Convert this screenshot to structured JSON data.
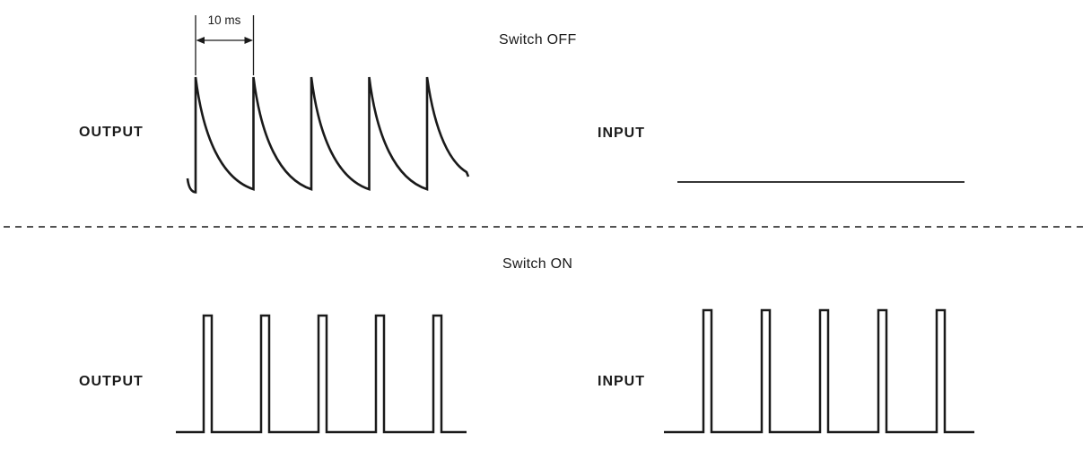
{
  "page": {
    "background": "#ffffff",
    "ink_color": "#1a1a1a"
  },
  "top_panel": {
    "title": "Switch OFF",
    "output_label": "OUTPUT",
    "input_label": "INPUT",
    "timing_annotation": "10 ms",
    "output_waveform": {
      "signal": "OUTPUT",
      "type": "exponential-decay-sawtooth",
      "cycles": 5,
      "period": "10 ms"
    },
    "input_waveform": {
      "signal": "INPUT",
      "type": "flat-line"
    }
  },
  "divider": {
    "style": "dashed"
  },
  "bottom_panel": {
    "title": "Switch ON",
    "output_label": "OUTPUT",
    "input_label": "INPUT",
    "output_waveform": {
      "signal": "OUTPUT",
      "type": "pulse-train",
      "pulses": 5
    },
    "input_waveform": {
      "signal": "INPUT",
      "type": "pulse-train",
      "pulses": 5
    }
  }
}
